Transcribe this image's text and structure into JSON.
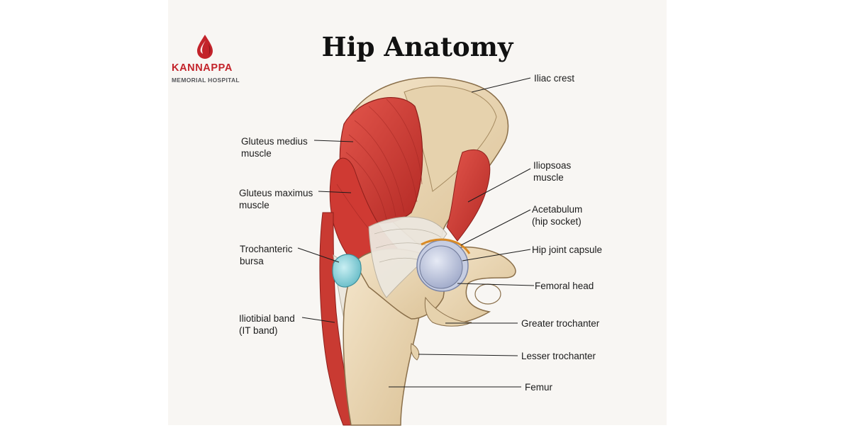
{
  "title": "Hip Anatomy",
  "brand": {
    "name": "KANNAPPA",
    "subtitle": "MEMORIAL HOSPITAL",
    "primary_color": "#c3232a",
    "secondary_color": "#55565a",
    "icon": "blood-drop-icon"
  },
  "labels": {
    "iliac_crest": "Iliac crest",
    "gluteus_medius_1": "Gluteus medius",
    "gluteus_medius_2": "muscle",
    "iliopsoas_1": "Iliopsoas",
    "iliopsoas_2": "muscle",
    "gluteus_maximus_1": "Gluteus maximus",
    "gluteus_maximus_2": "muscle",
    "acetabulum_1": "Acetabulum",
    "acetabulum_2": "(hip socket)",
    "trochanteric_bursa_1": "Trochanteric",
    "trochanteric_bursa_2": "bursa",
    "hip_joint_capsule": "Hip joint capsule",
    "femoral_head": "Femoral head",
    "iliotibial_band_1": "Iliotibial band",
    "iliotibial_band_2": "(IT band)",
    "greater_trochanter": "Greater trochanter",
    "lesser_trochanter": "Lesser trochanter",
    "femur": "Femur"
  },
  "colors": {
    "bone": "#eedcbd",
    "bone_shade": "#d9c098",
    "muscle": "#d9453d",
    "muscle_dark": "#b52a26",
    "bursa": "#8fd6df",
    "capsule": "#c6cde2",
    "tendon": "#e8e4dc",
    "background_panel": "#f8f6f3"
  }
}
